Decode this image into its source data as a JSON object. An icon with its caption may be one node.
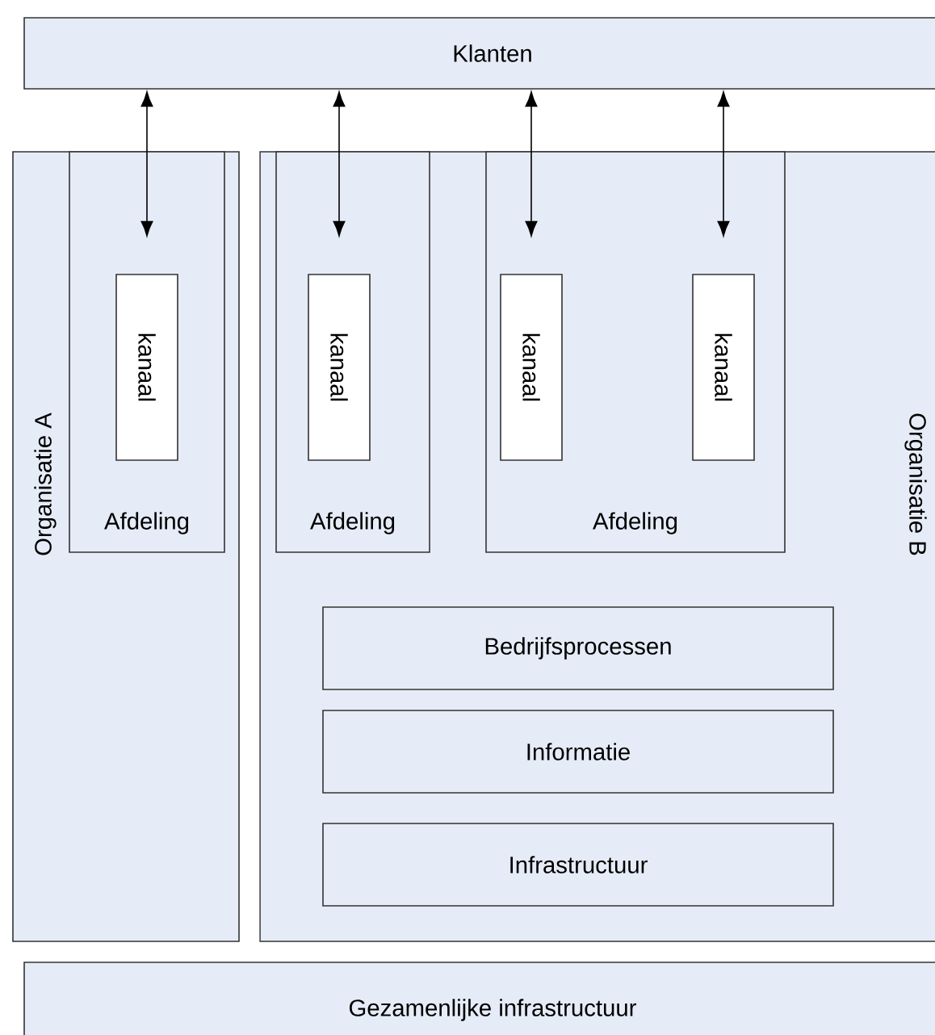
{
  "diagram": {
    "nodes": [
      {
        "text": [
          "Klanten"
        ]
      },
      {
        "text": [
          "Organisatie A"
        ]
      },
      {
        "text": [
          "Afdeling"
        ],
        "in": 1
      },
      {
        "text": [
          "kanaal"
        ],
        "in": 2
      },
      {
        "text": [
          "Organisatie B"
        ]
      },
      {
        "text": [
          "Afdeling"
        ],
        "in": 4
      },
      {
        "text": [
          "kanaal"
        ],
        "in": 5
      },
      {
        "text": [
          "Afdeling"
        ],
        "in": 4
      },
      {
        "text": [
          "kanaal"
        ],
        "in": 7
      },
      {
        "text": [
          "kanaal"
        ],
        "in": 7
      },
      {
        "text": [
          "Bedrijfsprocessen"
        ],
        "in": 4
      },
      {
        "text": [
          "Informatie"
        ],
        "in": 4
      },
      {
        "text": [
          "Infrastructuur"
        ],
        "in": 4
      },
      {
        "text": [
          "Gezamenlijke infrastructuur"
        ]
      }
    ],
    "edges": [
      {
        "from": 0,
        "to": 3,
        "arrow": "both"
      },
      {
        "from": 0,
        "to": 6,
        "arrow": "both"
      },
      {
        "from": 0,
        "to": 8,
        "arrow": "both"
      },
      {
        "from": 0,
        "to": 9,
        "arrow": "both"
      }
    ]
  }
}
